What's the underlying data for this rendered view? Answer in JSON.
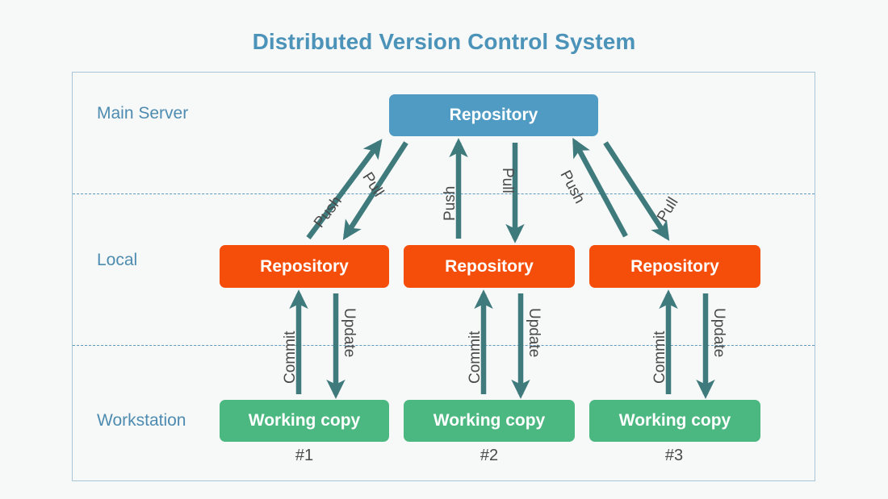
{
  "diagram": {
    "title": "Distributed Version Control System",
    "accent_blue": "#4b93b8",
    "frame_border": "#a9c6d8",
    "divider_color": "#5f99bd",
    "arrow_color": "#3f7a7c",
    "background": "#f7f8f8"
  },
  "rows": {
    "main_server": "Main Server",
    "local": "Local",
    "workstation": "Workstation"
  },
  "nodes": {
    "server": {
      "label": "Repository",
      "color": "#4f9bc3"
    },
    "local": [
      {
        "label": "Repository",
        "color": "#f54e0b"
      },
      {
        "label": "Repository",
        "color": "#f54e0b"
      },
      {
        "label": "Repository",
        "color": "#f54e0b"
      }
    ],
    "workstations": [
      {
        "label": "Working copy",
        "color": "#4cb881",
        "number": "#1"
      },
      {
        "label": "Working copy",
        "color": "#4cb881",
        "number": "#2"
      },
      {
        "label": "Working copy",
        "color": "#4cb881",
        "number": "#3"
      }
    ]
  },
  "arrows": {
    "column_1": {
      "push": "Push",
      "pull": "Pull",
      "commit": "Commit",
      "update": "Update"
    },
    "column_2": {
      "push": "Push",
      "pull": "Pull",
      "commit": "Commit",
      "update": "Update"
    },
    "column_3": {
      "push": "Push",
      "pull": "Pull",
      "commit": "Commit",
      "update": "Update"
    }
  }
}
